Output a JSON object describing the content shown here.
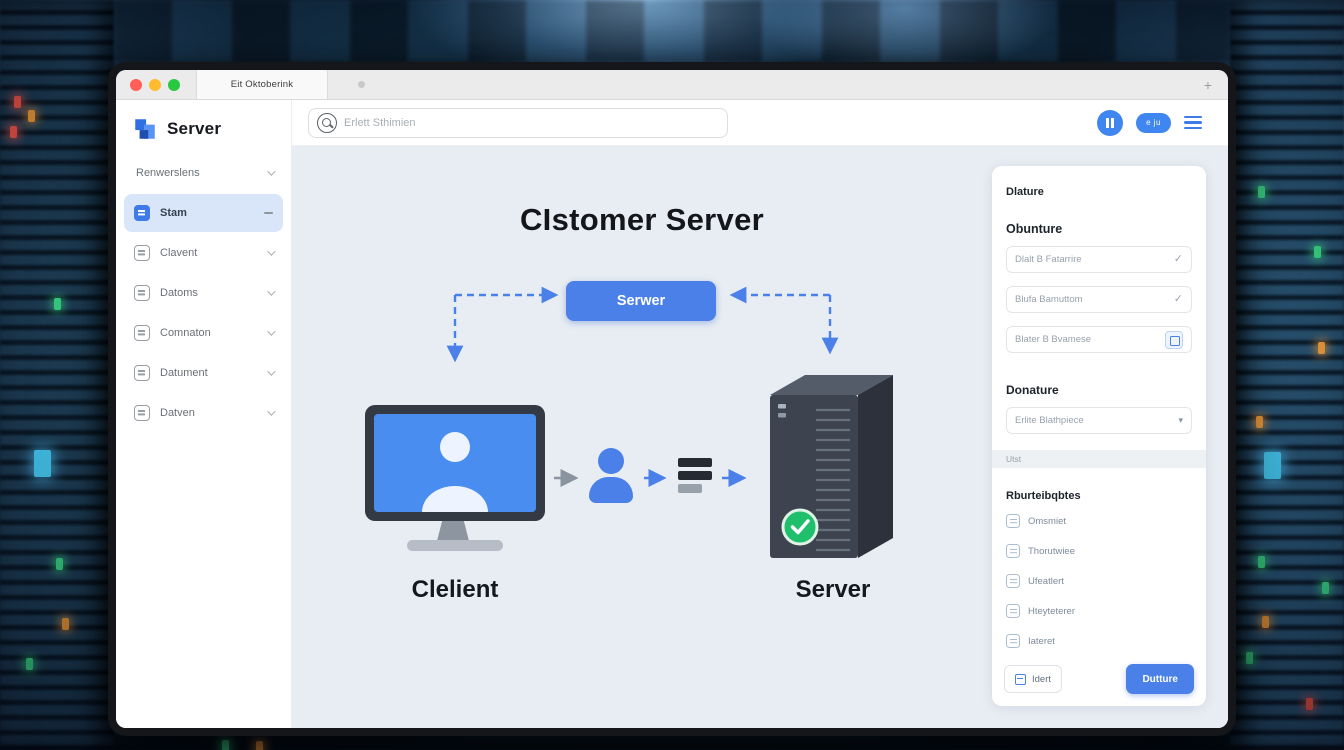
{
  "window": {
    "tab_title": "Eit Oktoberink"
  },
  "icons": {
    "check": "✓",
    "caret": "▾",
    "plus": "+"
  },
  "sidebar": {
    "brand": "Server",
    "items": [
      {
        "label": "Renwerslens"
      },
      {
        "label": "Stam"
      },
      {
        "label": "Clavent"
      },
      {
        "label": "Datoms"
      },
      {
        "label": "Comnaton"
      },
      {
        "label": "Datument"
      },
      {
        "label": "Datven"
      }
    ]
  },
  "toolbar": {
    "search_placeholder": "Erlett Sthimien",
    "pill_label": "e ju"
  },
  "diagram": {
    "title": "CIstomer Server",
    "hub_label": "Serwer",
    "client_label": "Clelient",
    "server_label": "Server"
  },
  "panel": {
    "heading": "Dlature",
    "section1": "Obunture",
    "fields": [
      {
        "value": "Dlalt B Fatarrire"
      },
      {
        "value": "Blufa Bamuttom"
      },
      {
        "value": "Blater B Bvamese"
      }
    ],
    "section2": "Donature",
    "dropdown_value": "Erlite Blathpiece",
    "strip_label": "Utst",
    "section3": "Rburteibqbtes",
    "list": [
      {
        "label": "Omsmiet"
      },
      {
        "label": "Thorutwiee"
      },
      {
        "label": "Ufeatlert"
      },
      {
        "label": "Hteyteterer"
      },
      {
        "label": "Iateret"
      }
    ],
    "secondary_button": "Idert",
    "primary_button": "Dutture"
  },
  "colors": {
    "accent": "#4a80e8",
    "canvas_bg": "#e8edf3",
    "success": "#1fbf6b"
  }
}
